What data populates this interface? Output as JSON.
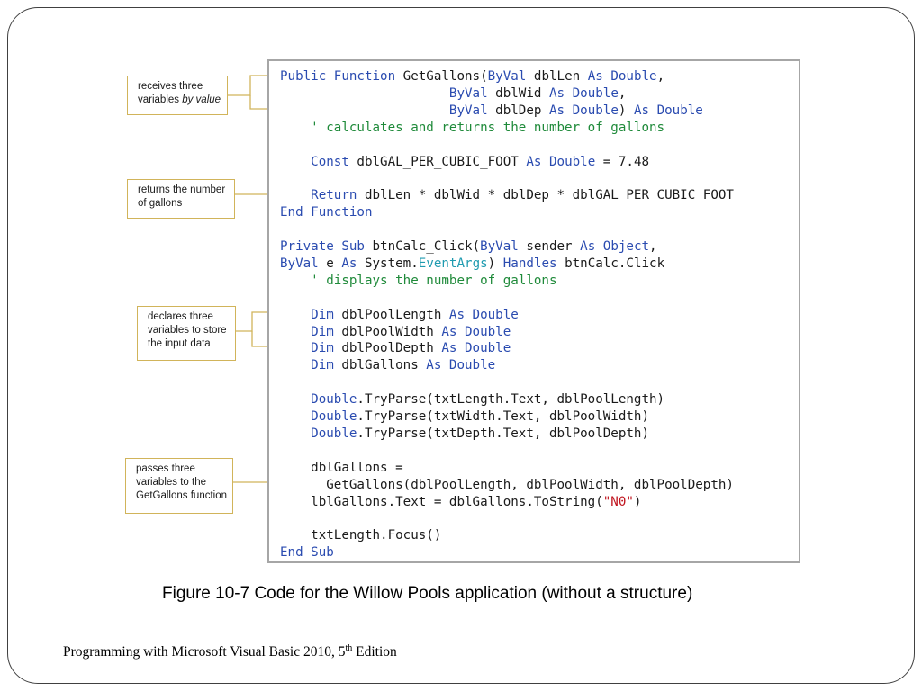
{
  "code": {
    "lines": [
      [
        {
          "t": "Public Function ",
          "c": "kw"
        },
        {
          "t": "GetGallons(",
          "c": ""
        },
        {
          "t": "ByVal",
          "c": "kw"
        },
        {
          "t": " dblLen ",
          "c": ""
        },
        {
          "t": "As Double",
          "c": "kw"
        },
        {
          "t": ",",
          "c": ""
        }
      ],
      [
        {
          "t": "                      ",
          "c": ""
        },
        {
          "t": "ByVal",
          "c": "kw"
        },
        {
          "t": " dblWid ",
          "c": ""
        },
        {
          "t": "As Double",
          "c": "kw"
        },
        {
          "t": ",",
          "c": ""
        }
      ],
      [
        {
          "t": "                      ",
          "c": ""
        },
        {
          "t": "ByVal",
          "c": "kw"
        },
        {
          "t": " dblDep ",
          "c": ""
        },
        {
          "t": "As Double",
          "c": "kw"
        },
        {
          "t": ") ",
          "c": ""
        },
        {
          "t": "As Double",
          "c": "kw"
        }
      ],
      [
        {
          "t": "    ' calculates and returns the number of gallons",
          "c": "cm"
        }
      ],
      [],
      [
        {
          "t": "    ",
          "c": ""
        },
        {
          "t": "Const",
          "c": "kw"
        },
        {
          "t": " dblGAL_PER_CUBIC_FOOT ",
          "c": ""
        },
        {
          "t": "As Double",
          "c": "kw"
        },
        {
          "t": " = 7.48",
          "c": ""
        }
      ],
      [],
      [
        {
          "t": "    ",
          "c": ""
        },
        {
          "t": "Return",
          "c": "kw"
        },
        {
          "t": " dblLen * dblWid * dblDep * dblGAL_PER_CUBIC_FOOT",
          "c": ""
        }
      ],
      [
        {
          "t": "End Function",
          "c": "kw"
        }
      ],
      [],
      [
        {
          "t": "Private Sub",
          "c": "kw"
        },
        {
          "t": " btnCalc_Click(",
          "c": ""
        },
        {
          "t": "ByVal",
          "c": "kw"
        },
        {
          "t": " sender ",
          "c": ""
        },
        {
          "t": "As Object",
          "c": "kw"
        },
        {
          "t": ",",
          "c": ""
        }
      ],
      [
        {
          "t": "ByVal",
          "c": "kw"
        },
        {
          "t": " e ",
          "c": ""
        },
        {
          "t": "As",
          "c": "kw"
        },
        {
          "t": " System.",
          "c": ""
        },
        {
          "t": "EventArgs",
          "c": "ty"
        },
        {
          "t": ") ",
          "c": ""
        },
        {
          "t": "Handles",
          "c": "kw"
        },
        {
          "t": " btnCalc.Click",
          "c": ""
        }
      ],
      [
        {
          "t": "    ' displays the number of gallons",
          "c": "cm"
        }
      ],
      [],
      [
        {
          "t": "    ",
          "c": ""
        },
        {
          "t": "Dim",
          "c": "kw"
        },
        {
          "t": " dblPoolLength ",
          "c": ""
        },
        {
          "t": "As Double",
          "c": "kw"
        }
      ],
      [
        {
          "t": "    ",
          "c": ""
        },
        {
          "t": "Dim",
          "c": "kw"
        },
        {
          "t": " dblPoolWidth ",
          "c": ""
        },
        {
          "t": "As Double",
          "c": "kw"
        }
      ],
      [
        {
          "t": "    ",
          "c": ""
        },
        {
          "t": "Dim",
          "c": "kw"
        },
        {
          "t": " dblPoolDepth ",
          "c": ""
        },
        {
          "t": "As Double",
          "c": "kw"
        }
      ],
      [
        {
          "t": "    ",
          "c": ""
        },
        {
          "t": "Dim",
          "c": "kw"
        },
        {
          "t": " dblGallons ",
          "c": ""
        },
        {
          "t": "As Double",
          "c": "kw"
        }
      ],
      [],
      [
        {
          "t": "    ",
          "c": ""
        },
        {
          "t": "Double",
          "c": "kw"
        },
        {
          "t": ".TryParse(txtLength.Text, dblPoolLength)",
          "c": ""
        }
      ],
      [
        {
          "t": "    ",
          "c": ""
        },
        {
          "t": "Double",
          "c": "kw"
        },
        {
          "t": ".TryParse(txtWidth.Text, dblPoolWidth)",
          "c": ""
        }
      ],
      [
        {
          "t": "    ",
          "c": ""
        },
        {
          "t": "Double",
          "c": "kw"
        },
        {
          "t": ".TryParse(txtDepth.Text, dblPoolDepth)",
          "c": ""
        }
      ],
      [],
      [
        {
          "t": "    dblGallons =",
          "c": ""
        }
      ],
      [
        {
          "t": "      GetGallons(dblPoolLength, dblPoolWidth, dblPoolDepth)",
          "c": ""
        }
      ],
      [
        {
          "t": "    lblGallons.Text = dblGallons.ToString(",
          "c": ""
        },
        {
          "t": "\"N0\"",
          "c": "st"
        },
        {
          "t": ")",
          "c": ""
        }
      ],
      [],
      [
        {
          "t": "    txtLength.Focus()",
          "c": ""
        }
      ],
      [
        {
          "t": "End Sub",
          "c": "kw"
        }
      ]
    ]
  },
  "callouts": {
    "receives": {
      "line1": "receives three",
      "line2_prefix": "variables ",
      "line2_italic": "by value"
    },
    "returns": {
      "line1": "returns the number",
      "line2": "of gallons"
    },
    "declares": {
      "line1": "declares three",
      "line2": "variables to store",
      "line3": "the input data"
    },
    "passes": {
      "line1": "passes three",
      "line2": "variables to the",
      "line3": "GetGallons function"
    }
  },
  "caption": "Figure 10-7 Code for the Willow Pools application (without a structure)",
  "footer": {
    "prefix": "Programming with Microsoft Visual Basic 2010, 5",
    "superscript": "th",
    "suffix": " Edition"
  },
  "colors": {
    "keyword": "#2a4bb0",
    "comment": "#1f8a3a",
    "type": "#1f9bb0",
    "string": "#c0141e",
    "callout_border": "#d1b45a",
    "code_border": "#a6a6a6"
  }
}
